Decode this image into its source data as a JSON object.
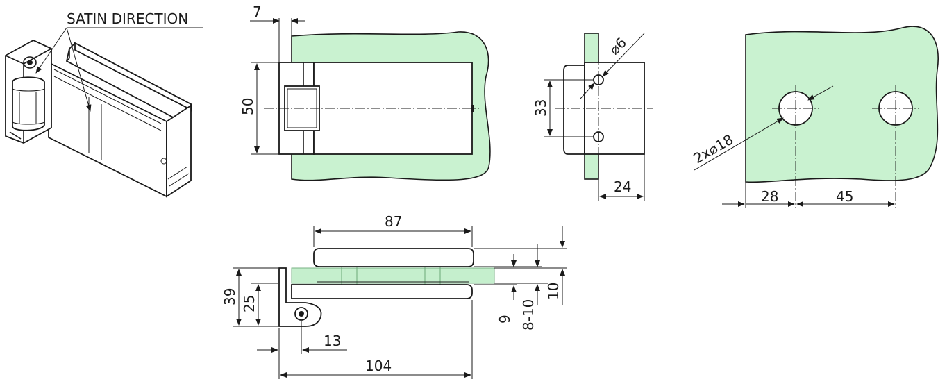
{
  "labels": {
    "satin_direction": "SATIN DIRECTION"
  },
  "dimensions": {
    "top_offset": "7",
    "height_50": "50",
    "hole_spacing_33": "33",
    "hole_diameter": "⌀6",
    "depth_24": "24",
    "glass_holes": "2x⌀18",
    "glass_edge_28": "28",
    "glass_spacing_45": "45",
    "length_87": "87",
    "height_39": "39",
    "height_25": "25",
    "pivot_13": "13",
    "length_104": "104",
    "gap_9": "9",
    "glass_thickness": "8-10",
    "plate_10": "10"
  },
  "colors": {
    "glass": "#c9f2d0",
    "line": "#1a1a1a"
  }
}
